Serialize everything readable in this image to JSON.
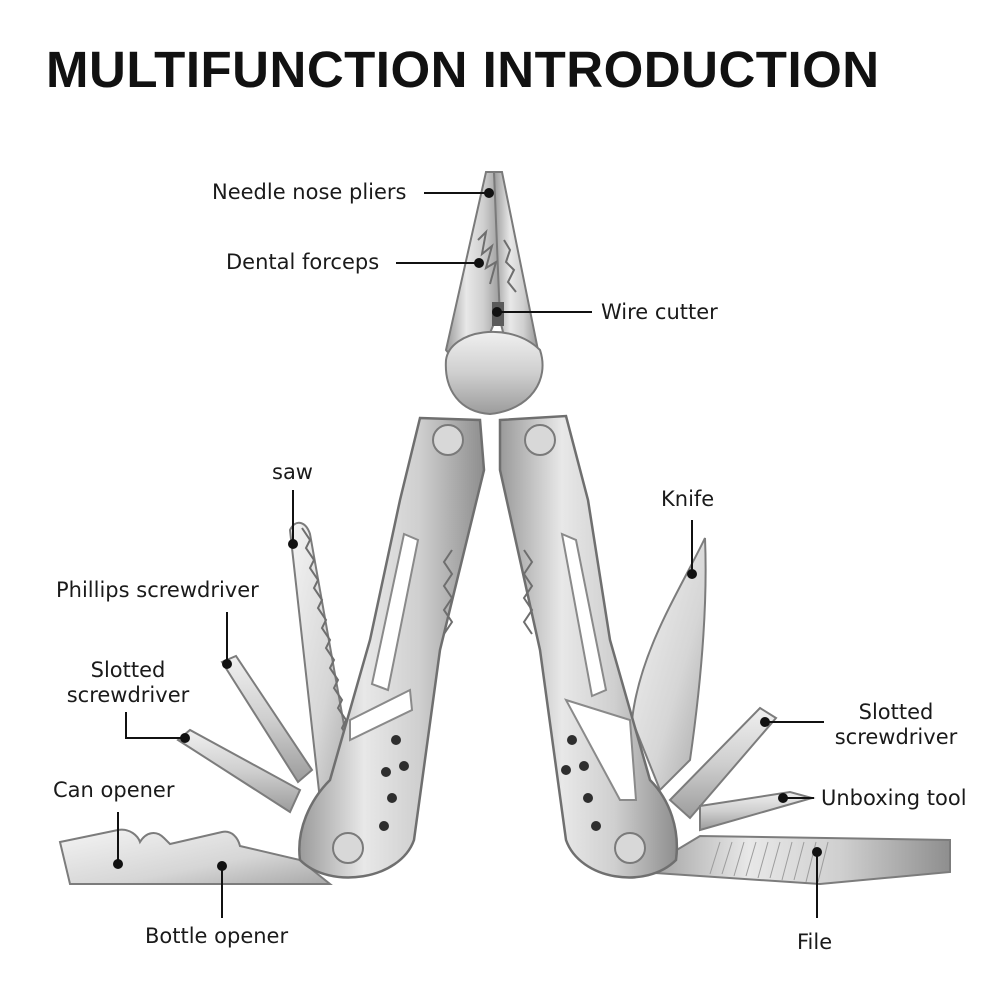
{
  "title": "MULTIFUNCTION INTRODUCTION",
  "labels": {
    "needle_nose_pliers": "Needle nose pliers",
    "dental_forceps": "Dental forceps",
    "wire_cutter": "Wire cutter",
    "saw": "saw",
    "knife": "Knife",
    "phillips_screwdriver": "Phillips screwdriver",
    "slotted_screwdriver_left_line1": "Slotted",
    "slotted_screwdriver_left_line2": "screwdriver",
    "slotted_screwdriver_right_line1": "Slotted",
    "slotted_screwdriver_right_line2": "screwdriver",
    "unboxing_tool": "Unboxing tool",
    "can_opener": "Can opener",
    "bottle_opener": "Bottle opener",
    "file": "File"
  },
  "colors": {
    "text": "#1a1a1a",
    "leader": "#111111",
    "steel_light": "#e6e6e6",
    "steel_mid": "#c4c4c4",
    "steel_dark": "#8f8f8f",
    "background": "#ffffff"
  }
}
